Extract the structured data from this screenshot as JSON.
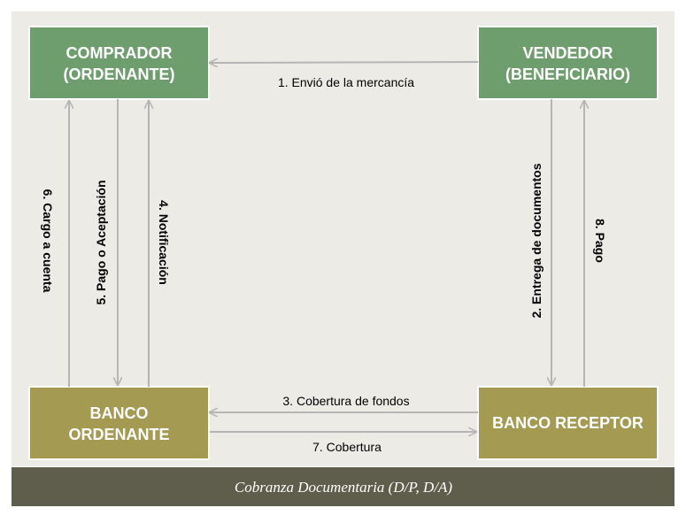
{
  "colors": {
    "background": "#ecebe6",
    "top_node": "#6f9e6e",
    "bottom_node": "#a49a52",
    "node_border": "#ffffff",
    "arrow": "#b5b5b5",
    "footer_bg": "#5f5e4c",
    "footer_text": "#ffffff"
  },
  "nodes": {
    "comprador": {
      "line1": "COMPRADOR",
      "line2": "(ORDENANTE)"
    },
    "vendedor": {
      "line1": "VENDEDOR",
      "line2": "(BENEFICIARIO)"
    },
    "banco_ordenante": {
      "line1": "BANCO",
      "line2": "ORDENANTE"
    },
    "banco_receptor": {
      "line1": "BANCO RECEPTOR"
    }
  },
  "edges": [
    {
      "label": "1. Envió de la mercancía",
      "from": "vendedor",
      "to": "comprador"
    },
    {
      "label": "2. Entrega de documentos",
      "from": "vendedor",
      "to": "banco_receptor"
    },
    {
      "label": "3. Cobertura de fondos",
      "from": "banco_receptor",
      "to": "banco_ordenante"
    },
    {
      "label": "4. Notificación",
      "from": "banco_ordenante",
      "to": "comprador"
    },
    {
      "label": "5. Pago o Aceptación",
      "from": "comprador",
      "to": "banco_ordenante"
    },
    {
      "label": "6. Cargo a cuenta",
      "from": "banco_ordenante",
      "to": "comprador"
    },
    {
      "label": "7. Cobertura",
      "from": "banco_ordenante",
      "to": "banco_receptor"
    },
    {
      "label": "8. Pago",
      "from": "banco_receptor",
      "to": "vendedor"
    }
  ],
  "footer": {
    "caption": "Cobranza Documentaria (D/P, D/A)"
  }
}
